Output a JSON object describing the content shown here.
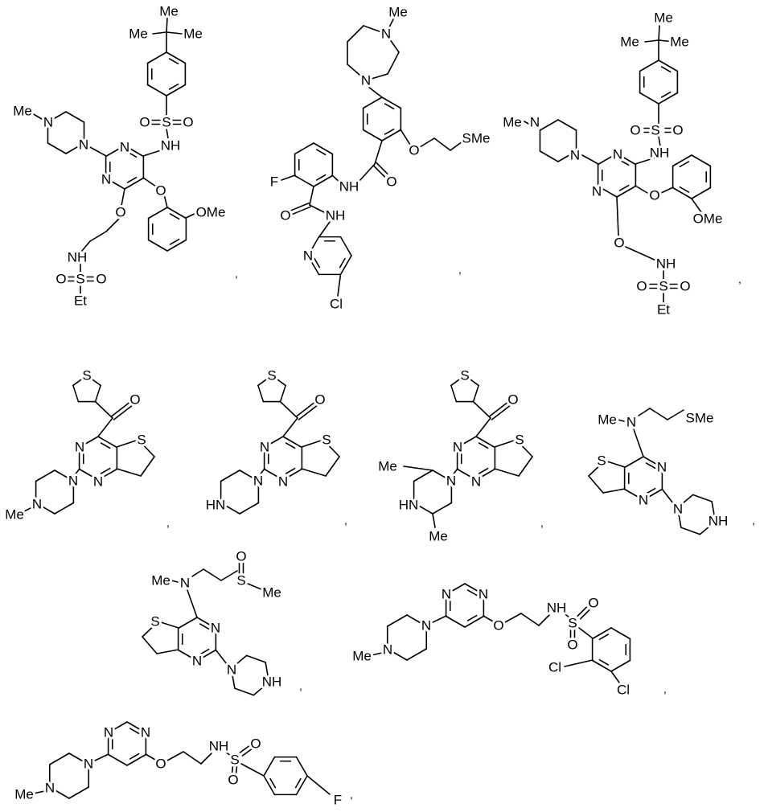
{
  "separator": ",",
  "molecules": [
    {
      "labels": [
        "Me",
        "Me",
        "Me",
        "S",
        "O",
        "O",
        "NH",
        "N",
        "N",
        "N",
        "N",
        "Me",
        "O",
        "OMe",
        "O",
        "NH",
        "S",
        "O",
        "O",
        "Et"
      ]
    },
    {
      "labels": [
        "Me",
        "N",
        "N",
        "SMe",
        "O",
        "O",
        "NH",
        "F",
        "O",
        "NH",
        "N",
        "Cl"
      ]
    },
    {
      "labels": [
        "Me",
        "Me",
        "Me",
        "S",
        "O",
        "O",
        "NH",
        "N",
        "N",
        "N",
        "N",
        "Me",
        "O",
        "OMe",
        "O",
        "NH",
        "S",
        "O",
        "O",
        "Et"
      ]
    },
    {
      "labels": [
        "S",
        "O",
        "N",
        "N",
        "S",
        "N",
        "N",
        "Me"
      ]
    },
    {
      "labels": [
        "S",
        "O",
        "N",
        "N",
        "S",
        "N",
        "HN"
      ]
    },
    {
      "labels": [
        "S",
        "O",
        "N",
        "N",
        "S",
        "N",
        "HN",
        "Me",
        "Me"
      ]
    },
    {
      "labels": [
        "Me",
        "N",
        "SMe",
        "S",
        "N",
        "N",
        "N",
        "NH"
      ]
    },
    {
      "labels": [
        "Me",
        "N",
        "S",
        "O",
        "Me",
        "S",
        "N",
        "N",
        "N",
        "NH"
      ]
    },
    {
      "labels": [
        "N",
        "N",
        "N",
        "N",
        "Me",
        "O",
        "NH",
        "S",
        "O",
        "O",
        "Cl",
        "Cl"
      ]
    },
    {
      "labels": [
        "N",
        "N",
        "N",
        "N",
        "Me",
        "O",
        "NH",
        "S",
        "O",
        "O",
        "F"
      ]
    }
  ]
}
